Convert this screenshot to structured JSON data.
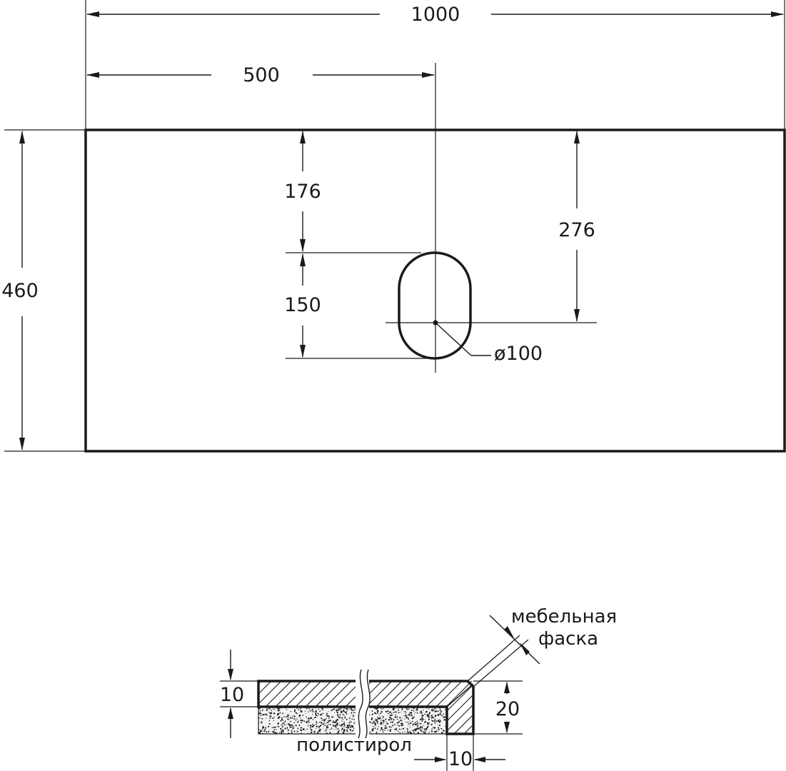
{
  "plan": {
    "overall_width_label": "1000",
    "center_offset_label": "500",
    "depth_label": "460",
    "hole_top_offset_label": "176",
    "hole_center_offset_label": "276",
    "hole_length_label": "150",
    "hole_diameter_label": "ø100"
  },
  "section": {
    "top_layer_thickness_label": "10",
    "edge_height_label": "20",
    "edge_width_label": "10",
    "chamfer_note_line1": "мебельная",
    "chamfer_note_line2": "фаска",
    "core_material_label": "полистирол"
  }
}
